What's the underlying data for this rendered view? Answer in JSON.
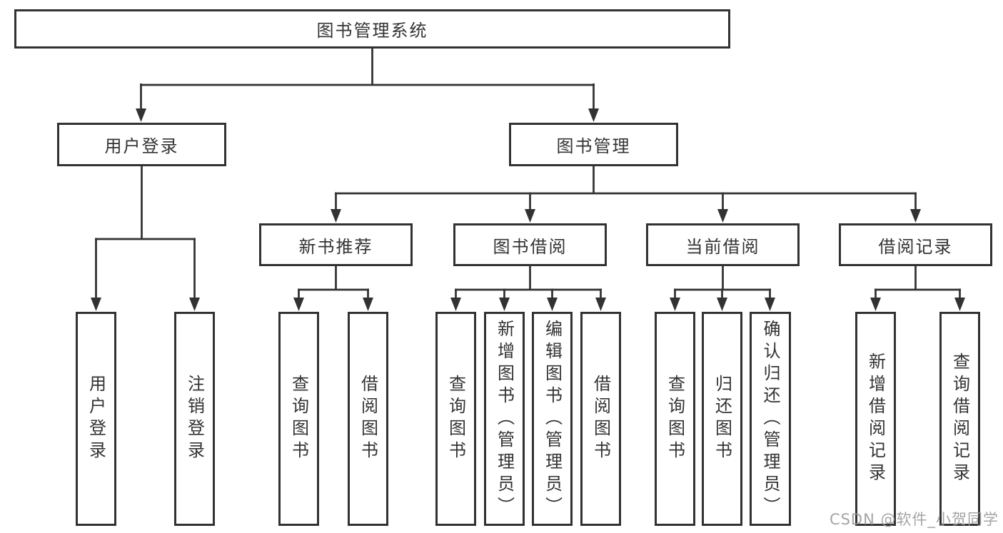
{
  "diagram": {
    "root": {
      "label": "图书管理系统"
    },
    "level2": [
      {
        "label": "用户登录"
      },
      {
        "label": "图书管理"
      }
    ],
    "level3": [
      {
        "label": "新书推荐"
      },
      {
        "label": "图书借阅"
      },
      {
        "label": "当前借阅"
      },
      {
        "label": "借阅记录"
      }
    ],
    "leaves": {
      "user_login": [
        "用户登录",
        "注销登录"
      ],
      "new_book": [
        "查询图书",
        "借阅图书"
      ],
      "book_borrow": [
        "查询图书",
        "新增图书（管理员）",
        "编辑图书（管理员）",
        "借阅图书"
      ],
      "current_borrow": [
        "查询图书",
        "归还图书",
        "确认归还（管理员）"
      ],
      "borrow_record": [
        "新增借阅记录",
        "查询借阅记录"
      ]
    }
  },
  "watermark": "CSDN @软件_小贺同学",
  "colors": {
    "line": "#323232",
    "text": "#333333",
    "watermark": "#9b9b9b",
    "background": "#ffffff"
  }
}
